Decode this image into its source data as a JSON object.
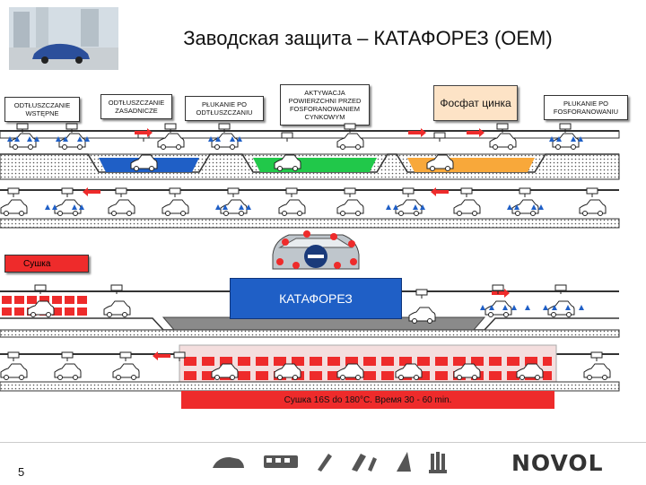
{
  "title": "Заводская защита – КАТАФОРЕЗ (OEM)",
  "labels": {
    "l1": "ODTŁUSZCZANIE WSTĘPNE",
    "l2": "ODTŁUSZCZANIE ZASADNICZE",
    "l3": "PŁUKANIE PO ODTŁUSZCZANIU",
    "l4": "AKTYWACJA POWIERZCHNI PRZED FOSFORANOWANIEM CYNKOWYM",
    "l5": "Фосфат цинка",
    "l6": "PŁUKANIE PO FOSFORANOWANIU",
    "sushka": "Сушка",
    "kataforez": "КАТАФОРЕЗ",
    "sushka_detail": "Сушка 16Ѕ do 180°C. Время 30 - 60 min."
  },
  "page_number": "5",
  "brand": "NOVOL",
  "colors": {
    "blue": "#1f5fc6",
    "green": "#21c84a",
    "orange": "#f8a83a",
    "red": "#ee2b2b",
    "gray": "#8a8a8a"
  }
}
